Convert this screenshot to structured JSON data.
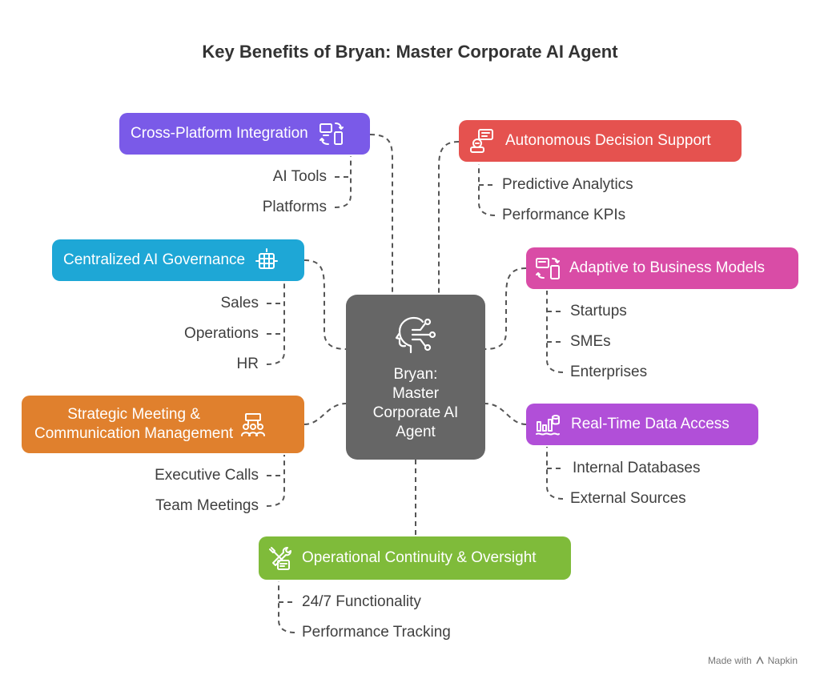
{
  "title": "Key Benefits of Bryan: Master Corporate AI Agent",
  "center": {
    "lines": [
      "Bryan:",
      "Master",
      "Corporate AI",
      "Agent"
    ],
    "icon": "ai-head-icon",
    "color": "#666666"
  },
  "nodes": {
    "cross_platform": {
      "label": "Cross-Platform Integration",
      "color": "#7a5ae8",
      "icon": "devices-sync-icon",
      "items": [
        "AI Tools",
        "Platforms"
      ]
    },
    "governance": {
      "label": "Centralized AI Governance",
      "color": "#1ea7d6",
      "icon": "governance-icon",
      "items": [
        "Sales",
        "Operations",
        "HR"
      ]
    },
    "meeting": {
      "label_lines": [
        "Strategic Meeting &",
        "Communication Management"
      ],
      "color": "#e0802d",
      "icon": "meeting-icon",
      "items": [
        "Executive Calls",
        "Team Meetings"
      ]
    },
    "decision": {
      "label": "Autonomous Decision Support",
      "color": "#e5524f",
      "icon": "robot-chat-icon",
      "items": [
        "Predictive Analytics",
        "Performance KPIs"
      ]
    },
    "adaptive": {
      "label": "Adaptive to Business Models",
      "color": "#d94ca6",
      "icon": "adaptive-devices-icon",
      "items": [
        "Startups",
        "SMEs",
        "Enterprises"
      ]
    },
    "realtime": {
      "label": "Real-Time Data Access",
      "color": "#b14fd8",
      "icon": "data-chart-icon",
      "items": [
        "Internal Databases",
        "External Sources"
      ]
    },
    "continuity": {
      "label": "Operational Continuity & Oversight",
      "color": "#7fbb3a",
      "icon": "oversight-tools-icon",
      "items": [
        "24/7 Functionality",
        "Performance Tracking"
      ]
    }
  },
  "footer": {
    "text": "Made with",
    "brand": "Napkin"
  }
}
